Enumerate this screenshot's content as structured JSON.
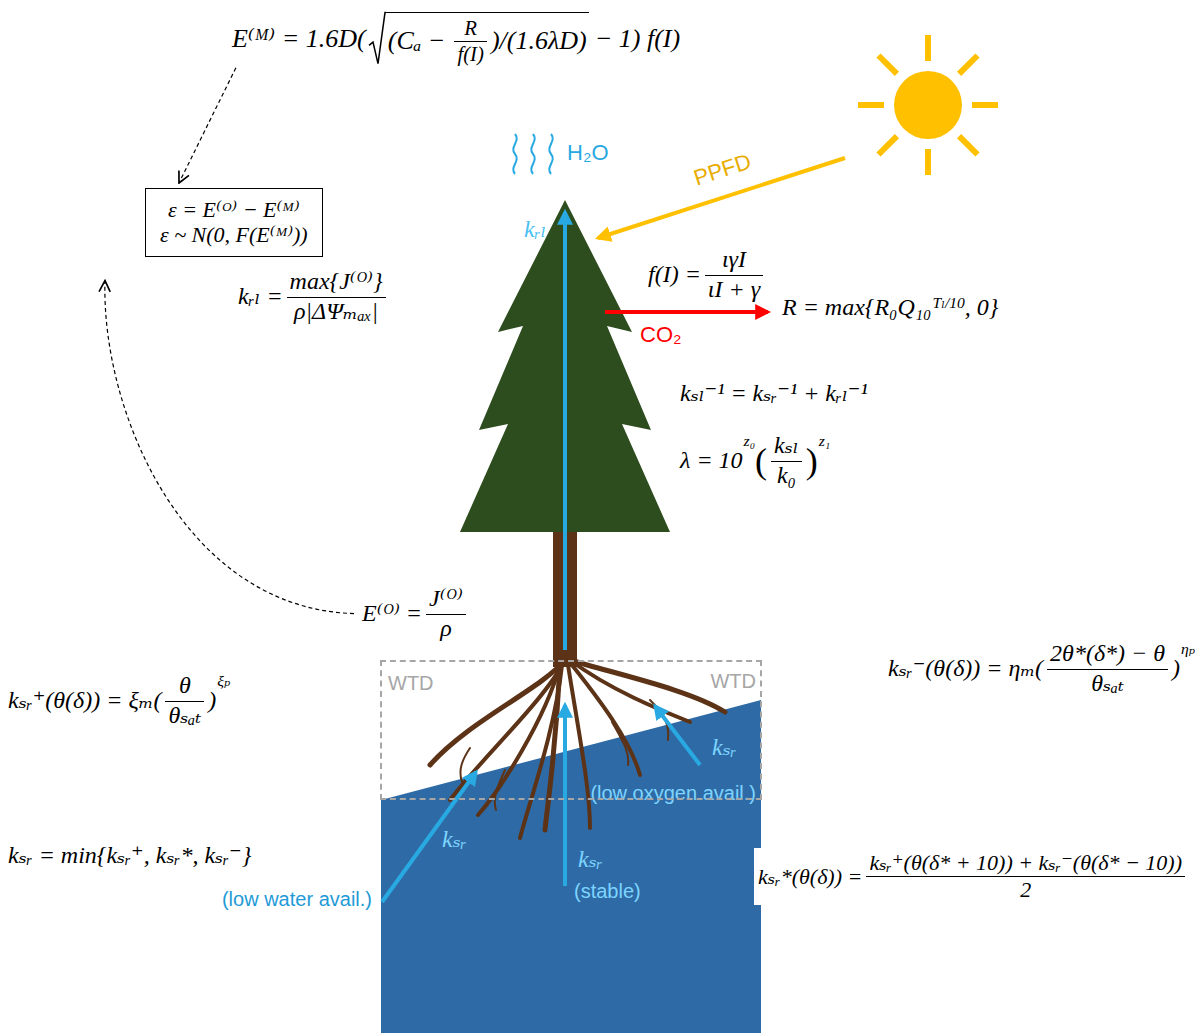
{
  "diagram": {
    "nodes": [
      {
        "text": [
          "ε = E⁽ᴼ⁾ − E⁽ᴹ⁾",
          "ε ~ N(0, F(E⁽ᴹ⁾))"
        ]
      },
      {
        "text": [
          "WTD",
          "WTD"
        ]
      }
    ],
    "labels": [
      "E⁽ᴹ⁾ = 1.6D(",
      "(Cₐ −",
      "R",
      "f(I)",
      ")/(1.6λD)",
      "− 1) f(I)",
      "H₂O",
      "PPFD",
      "f(I) =",
      "ιγI",
      "ιI + γ",
      "CO₂",
      "R = max{R₀Q₁₀",
      "Tₗ/10",
      ", 0}",
      "kᵣₗ =",
      "max{J⁽ᴼ⁾}",
      "ρ|ΔΨₘₐₓ|",
      "kᵣₗ",
      "kₛₗ⁻¹ = kₛᵣ⁻¹ + kᵣₗ⁻¹",
      "λ = 10",
      "z₀",
      "(",
      "kₛₗ",
      "k₀",
      ")",
      "z₁",
      "E⁽ᴼ⁾ =",
      "J⁽ᴼ⁾",
      "ρ",
      "kₛᵣ⁺(θ(δ)) = ξₘ(",
      "θ",
      "θₛₐₜ",
      ")",
      "ξₚ",
      "kₛᵣ⁻(θ(δ)) = ηₘ(",
      "2θ*(δ*) − θ",
      "θₛₐₜ",
      ")",
      "ηₚ",
      "kₛᵣ",
      "(low water avail.)",
      "kₛᵣ",
      "(stable)",
      "kₛᵣ",
      "(low oxygen avail.)",
      "kₛᵣ = min{kₛᵣ⁺, kₛᵣ*, kₛᵣ⁻}",
      "kₛᵣ*(θ(δ)) =",
      "kₛᵣ⁺(θ(δ* + 10)) + kₛᵣ⁻(θ(δ* − 10))",
      "2"
    ]
  }
}
